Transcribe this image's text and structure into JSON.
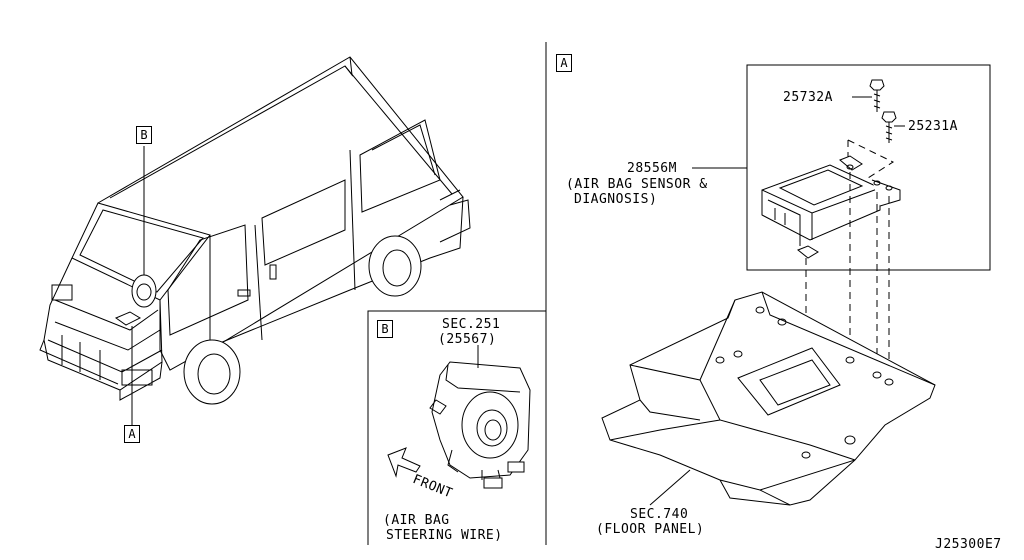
{
  "callouts": {
    "view_b_top": "B",
    "view_a_bottom": "A",
    "panel_a_tag": "A",
    "panel_b_tag": "B"
  },
  "parts": {
    "bolt_1": "25732A",
    "bolt_2": "25231A",
    "sensor_number": "28556M",
    "sensor_desc_1": "(AIR BAG SENSOR &",
    "sensor_desc_2": "DIAGNOSIS)"
  },
  "steering": {
    "sec": "SEC.251",
    "part": "(25567)",
    "front": "FRONT",
    "desc_1": "(AIR BAG",
    "desc_2": "STEERING WIRE)"
  },
  "floor": {
    "sec": "SEC.740",
    "desc": "(FLOOR PANEL)"
  },
  "diagram_code": "J25300E7"
}
